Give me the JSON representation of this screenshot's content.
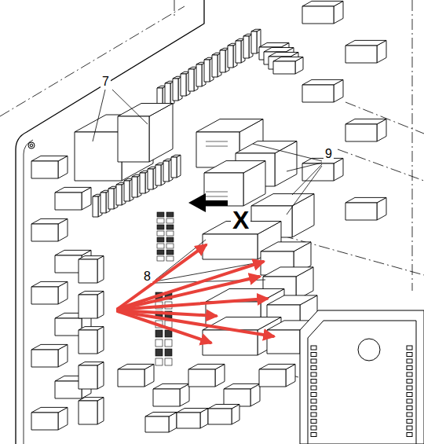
{
  "diagram": {
    "labels": [
      "7",
      "8",
      "9",
      "X"
    ]
  }
}
